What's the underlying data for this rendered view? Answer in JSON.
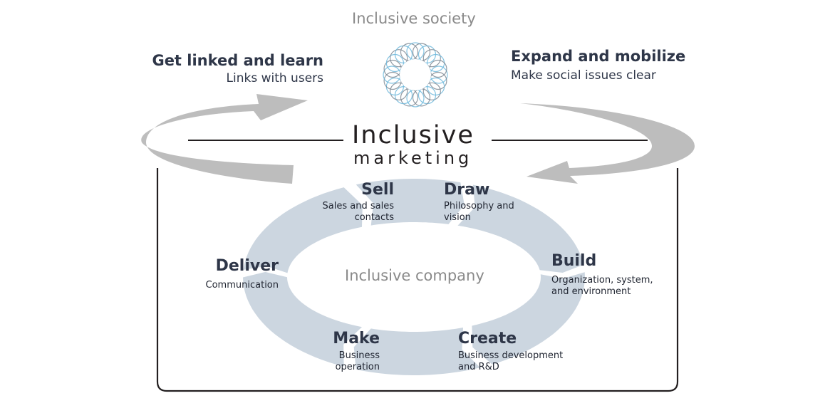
{
  "top": {
    "society_label": "Inclusive society"
  },
  "left_cycle": {
    "title": "Get linked and learn",
    "subtitle": "Links with users"
  },
  "right_cycle": {
    "title": "Expand and mobilize",
    "subtitle": "Make social issues clear"
  },
  "center": {
    "line1": "Inclusive",
    "line2": "marketing",
    "company_label": "Inclusive company"
  },
  "stages": [
    {
      "id": "sell",
      "title": "Sell",
      "desc": "Sales and sales\ncontacts"
    },
    {
      "id": "draw",
      "title": "Draw",
      "desc": "Philosophy and\nvision"
    },
    {
      "id": "build",
      "title": "Build",
      "desc": "Organization, system,\nand environment"
    },
    {
      "id": "create",
      "title": "Create",
      "desc": "Business development\nand R&D"
    },
    {
      "id": "make",
      "title": "Make",
      "desc": "Business\noperation"
    },
    {
      "id": "deliver",
      "title": "Deliver",
      "desc": "Communication"
    }
  ],
  "icons": {
    "society_emblem": "rosette-ring-icon",
    "left_arrow": "curved-arrow-left-icon",
    "right_arrow": "curved-arrow-right-icon"
  },
  "colors": {
    "ring_fill": "#ccd6e0",
    "arrow_grey": "#bdbdbd",
    "heading": "#2e3648",
    "grey_text": "#8a8a8a",
    "emblem_grey": "#7f8a94",
    "emblem_blue": "#6fb8dc"
  }
}
